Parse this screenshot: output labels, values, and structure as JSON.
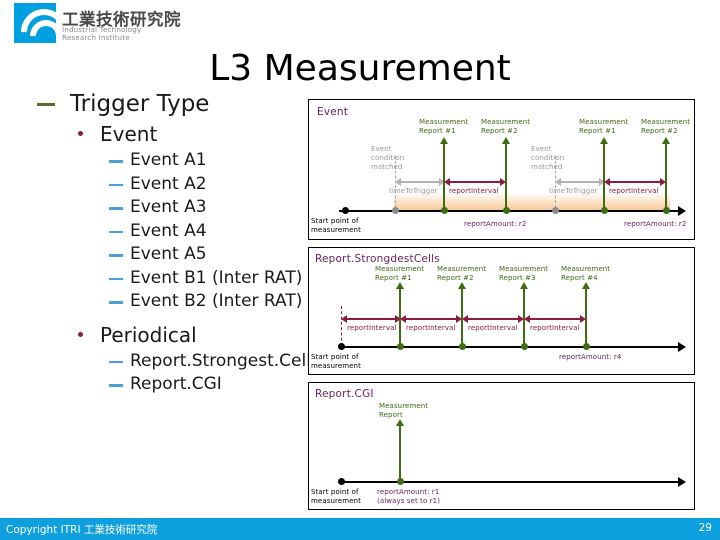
{
  "logo": {
    "chinese_name": "工業技術研究院",
    "english_line1": "Industrial Technology",
    "english_line2": "Research Institute",
    "brand_color": "#00a0e0"
  },
  "slide": {
    "title": "L3 Measurement"
  },
  "outline": {
    "level1": "Trigger Type",
    "groups": [
      {
        "label": "Event",
        "items": [
          "Event A1",
          "Event A2",
          "Event A3",
          "Event A4",
          "Event A5",
          "Event B1 (Inter RAT)",
          "Event B2 (Inter RAT)"
        ]
      },
      {
        "label": "Periodical",
        "items": [
          "Report.Strongest.Cells",
          "Report.CGI"
        ]
      }
    ]
  },
  "diagrams": [
    {
      "name": "event-diagram",
      "title": "Event",
      "title_color": "#6b2060",
      "start_label_line1": "Start point of",
      "start_label_line2": "measurement",
      "groups": [
        {
          "event_cond_l1": "Event",
          "event_cond_l2": "condition",
          "event_cond_l3": "matched",
          "ttt_label": "timeToTrigger",
          "interval_label": "reportInterval",
          "report1_l1": "Measurement",
          "report1_l2": "Report #1",
          "report2_l1": "Measurement",
          "report2_l2": "Report #2",
          "amount_label": "reportAmount: r2"
        },
        {
          "event_cond_l1": "Event",
          "event_cond_l2": "condition",
          "event_cond_l3": "matched",
          "ttt_label": "timeToTrigger",
          "interval_label": "reportInterval",
          "report1_l1": "Measurement",
          "report1_l2": "Report #1",
          "report2_l1": "Measurement",
          "report2_l2": "Report #2",
          "amount_label": "reportAmount: r2"
        }
      ]
    },
    {
      "name": "report-strongest-cells-diagram",
      "title": "Report.StrongdestCells",
      "title_color": "#6b2060",
      "start_label_line1": "Start point of",
      "start_label_line2": "measurement",
      "amount_label": "reportAmount: r4",
      "intervals": [
        "reportInterval",
        "reportInterval",
        "reportInterval",
        "reportInterval"
      ],
      "reports": [
        {
          "l1": "Measurement",
          "l2": "Report #1"
        },
        {
          "l1": "Measurement",
          "l2": "Report #2"
        },
        {
          "l1": "Measurement",
          "l2": "Report #3"
        },
        {
          "l1": "Measurement",
          "l2": "Report #4"
        }
      ]
    },
    {
      "name": "report-cgi-diagram",
      "title": "Report.CGI",
      "title_color": "#6b2060",
      "start_label_line1": "Start point of",
      "start_label_line2": "measurement",
      "report_l1": "Measurement",
      "report_l2": "Report",
      "amount_l1": "reportAmount: r1",
      "amount_l2": "(always set to r1)"
    }
  ],
  "footer": {
    "copyright": "Copyright ITRI 工業技術研究院",
    "page_number": "29",
    "bar_color": "#0e9fdf"
  }
}
